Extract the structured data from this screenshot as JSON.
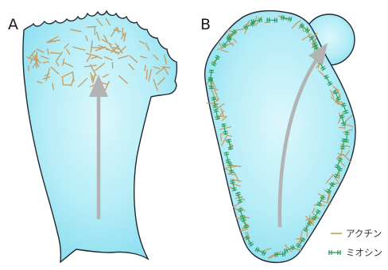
{
  "figure": {
    "panels": [
      {
        "label": "A"
      },
      {
        "label": "B"
      }
    ]
  },
  "legend": {
    "actin_label": "アクチン",
    "myosin_label": "ミオシン"
  },
  "colors": {
    "cell_fill": "#aeeaf5",
    "cell_center": "#d9f6fb",
    "cell_outline": "#1f2a33",
    "actin": "#c79a5e",
    "myosin": "#2f9e5a",
    "arrow": "#b3b3b3"
  }
}
